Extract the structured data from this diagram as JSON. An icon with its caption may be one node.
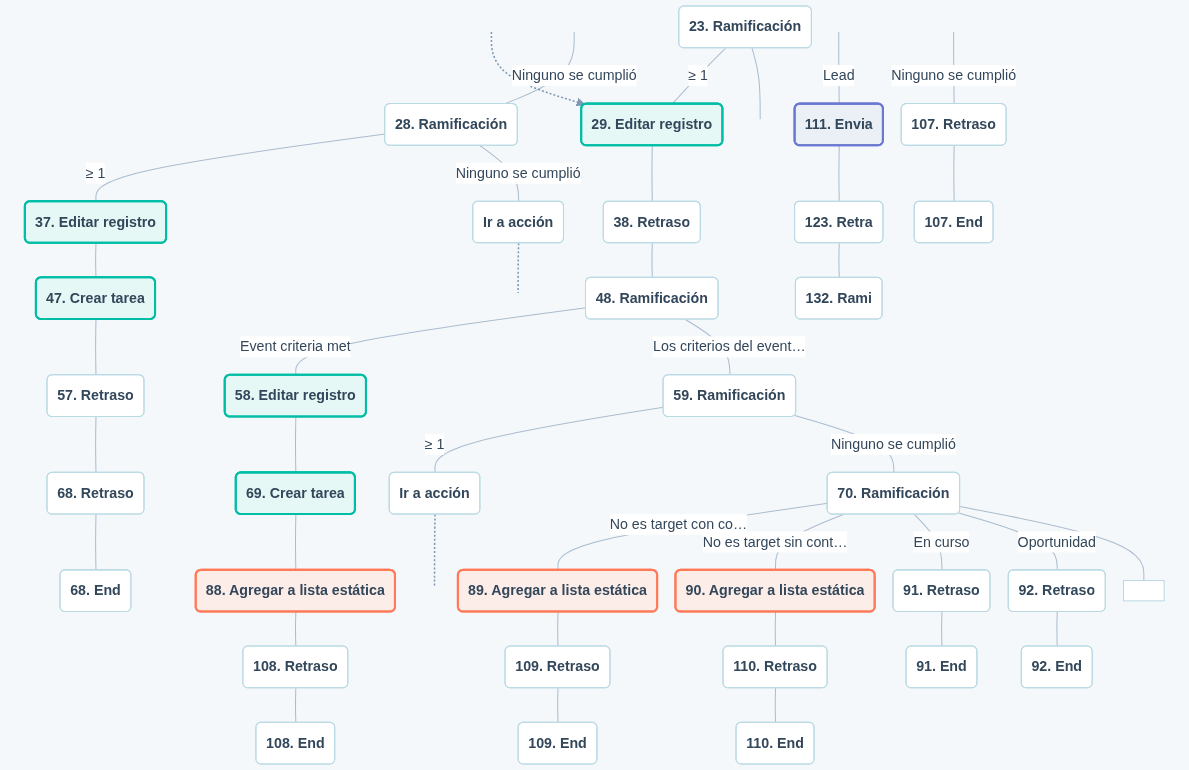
{
  "diagram": {
    "nodes": [
      {
        "text": [
          "23. Ramificación"
        ]
      },
      {
        "text": [
          "28. Ramificación"
        ]
      },
      {
        "text": [
          "29. Editar registro"
        ]
      },
      {
        "text": [
          "38. Retraso"
        ]
      },
      {
        "text": [
          "37. Editar registro"
        ]
      },
      {
        "text": [
          "Ir a acción"
        ]
      },
      {
        "text": [
          "48. Ramificación"
        ]
      },
      {
        "text": [
          "47. Crear tarea"
        ]
      },
      {
        "text": [
          "57. Retraso"
        ]
      },
      {
        "text": [
          "58. Editar registro"
        ]
      },
      {
        "text": [
          "59. Ramificación"
        ]
      },
      {
        "text": [
          "68. Retraso"
        ]
      },
      {
        "text": [
          "69. Crear tarea"
        ]
      },
      {
        "text": [
          "Ir a acción"
        ]
      },
      {
        "text": [
          "70. Ramificación"
        ]
      },
      {
        "text": [
          "68. End"
        ]
      },
      {
        "text": [
          "88. Agregar a lista estática"
        ]
      },
      {
        "text": [
          "89. Agregar a lista estática"
        ]
      },
      {
        "text": [
          "90. Agregar a lista estática"
        ]
      },
      {
        "text": [
          "91. Retraso"
        ]
      },
      {
        "text": [
          "92. Retraso"
        ]
      },
      {
        "text": [],
        "shape": "box"
      },
      {
        "text": [
          "108. Retraso"
        ]
      },
      {
        "text": [
          "109. Retraso"
        ]
      },
      {
        "text": [
          "110. Retraso"
        ]
      },
      {
        "text": [
          "91. End"
        ]
      },
      {
        "text": [
          "92. End"
        ]
      },
      {
        "text": [
          "107. Retraso"
        ]
      },
      {
        "text": [
          "111. Envia"
        ]
      },
      {
        "text": [
          "108. End"
        ]
      },
      {
        "text": [
          "109. End"
        ]
      },
      {
        "text": [
          "110. End"
        ]
      },
      {
        "text": [
          "107. End"
        ]
      },
      {
        "text": [
          "123. Retra"
        ]
      },
      {
        "text": [
          "132. Rami"
        ]
      }
    ],
    "edges": [
      {
        "from": 0,
        "to": 2,
        "arrow": "none",
        "label": "≥ 1"
      },
      {
        "from": 0,
        "to": null,
        "arrow": "none"
      },
      {
        "from": null,
        "to": 1,
        "arrow": "none",
        "label": "Ninguno se cumplió"
      },
      {
        "from": 1,
        "to": 4,
        "arrow": "none",
        "label": "≥ 1"
      },
      {
        "from": 1,
        "to": 5,
        "arrow": "none",
        "label": "Ninguno se cumplió"
      },
      {
        "from": 5,
        "to": null,
        "arrow": "none",
        "style": "dashed",
        "color": "#7c98b6"
      },
      {
        "from": null,
        "to": 2,
        "arrow": "to",
        "style": "dashed",
        "color": "#7c98b6"
      },
      {
        "from": 2,
        "to": 3,
        "arrow": "none"
      },
      {
        "from": 3,
        "to": 6,
        "arrow": "none"
      },
      {
        "from": 4,
        "to": 7,
        "arrow": "none"
      },
      {
        "from": 7,
        "to": 8,
        "arrow": "none"
      },
      {
        "from": 8,
        "to": 11,
        "arrow": "none"
      },
      {
        "from": 11,
        "to": 15,
        "arrow": "none"
      },
      {
        "from": 6,
        "to": 9,
        "arrow": "none",
        "label": "Event criteria met"
      },
      {
        "from": 6,
        "to": 10,
        "arrow": "none",
        "label": "Los criterios del event…"
      },
      {
        "from": 9,
        "to": 12,
        "arrow": "none"
      },
      {
        "from": 12,
        "to": 16,
        "arrow": "none"
      },
      {
        "from": 16,
        "to": 22,
        "arrow": "none"
      },
      {
        "from": 22,
        "to": 29,
        "arrow": "none"
      },
      {
        "from": 10,
        "to": 13,
        "arrow": "none",
        "label": "≥ 1"
      },
      {
        "from": 10,
        "to": 14,
        "arrow": "none",
        "label": "Ninguno se cumplió"
      },
      {
        "from": 13,
        "to": null,
        "arrow": "none",
        "style": "dashed",
        "color": "#7c98b6"
      },
      {
        "from": 14,
        "to": 17,
        "arrow": "none",
        "label": "No es target con co…"
      },
      {
        "from": 14,
        "to": 18,
        "arrow": "none",
        "label": "No es target sin cont…"
      },
      {
        "from": 14,
        "to": 19,
        "arrow": "none",
        "label": "En curso"
      },
      {
        "from": 14,
        "to": 20,
        "arrow": "none",
        "label": "Oportunidad"
      },
      {
        "from": 14,
        "to": 21,
        "arrow": "none"
      },
      {
        "from": 17,
        "to": 23,
        "arrow": "none"
      },
      {
        "from": 18,
        "to": 24,
        "arrow": "none"
      },
      {
        "from": 23,
        "to": 30,
        "arrow": "none"
      },
      {
        "from": 24,
        "to": 31,
        "arrow": "none"
      },
      {
        "from": 19,
        "to": 25,
        "arrow": "none"
      },
      {
        "from": 20,
        "to": 26,
        "arrow": "none"
      },
      {
        "from": null,
        "to": 27,
        "arrow": "none",
        "label": "Ninguno se cumplió"
      },
      {
        "from": 27,
        "to": 32,
        "arrow": "none"
      },
      {
        "from": null,
        "to": 28,
        "arrow": "none",
        "label": "Lead"
      },
      {
        "from": 28,
        "to": 33,
        "arrow": "none"
      },
      {
        "from": 33,
        "to": 34,
        "arrow": "none"
      }
    ]
  }
}
